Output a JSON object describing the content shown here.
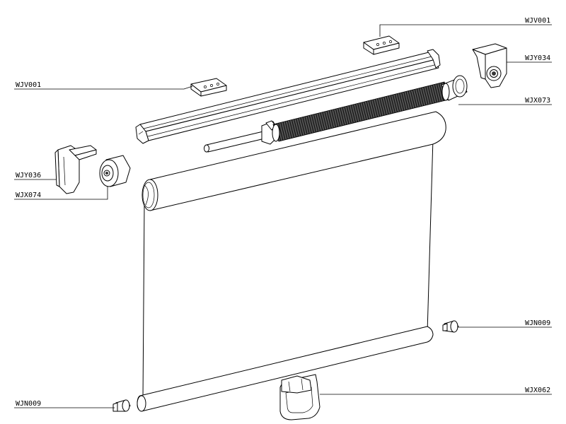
{
  "labels": {
    "wjv001_top": "WJV001",
    "wjy034": "WJY034",
    "wjv001_left": "WJV001",
    "wjx073": "WJX073",
    "wjy036": "WJY036",
    "wjx074": "WJX074",
    "wjn009_right": "WJN009",
    "wjx062": "WJX062",
    "wjn009_left": "WJN009"
  }
}
